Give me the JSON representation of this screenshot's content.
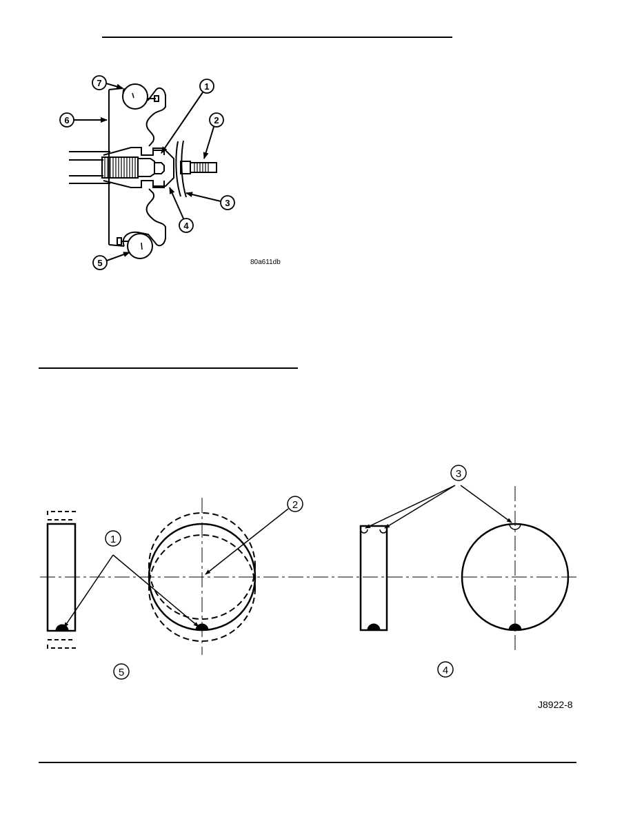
{
  "figure1": {
    "code": "80a611db",
    "callouts": [
      "1",
      "2",
      "3",
      "4",
      "5",
      "6",
      "7"
    ]
  },
  "figure2": {
    "code": "J8922-8",
    "callouts": [
      "1",
      "2",
      "3",
      "4",
      "5"
    ]
  }
}
